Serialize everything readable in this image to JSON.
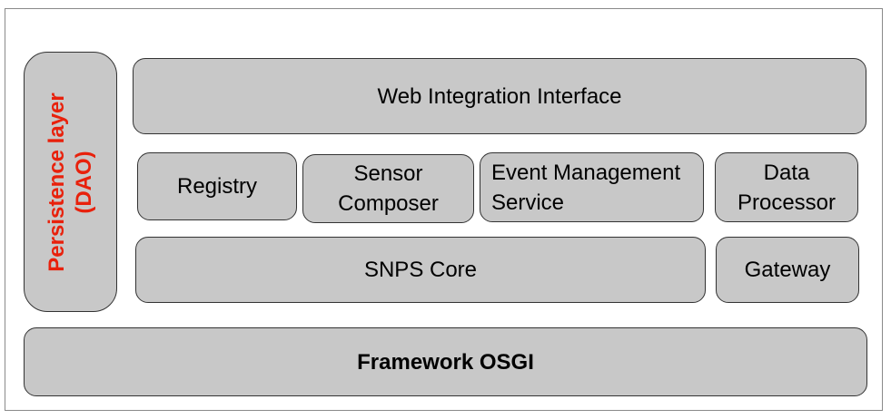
{
  "persistence": {
    "line1": "Persistence layer",
    "line2": "(DAO)"
  },
  "web_integration": "Web Integration Interface",
  "registry": "Registry",
  "sensor_composer": {
    "line1": "Sensor",
    "line2": "Composer"
  },
  "event_management": {
    "line1": "Event Management",
    "line2": "Service"
  },
  "data_processor": {
    "line1": "Data",
    "line2": "Processor"
  },
  "snps_core": "SNPS Core",
  "gateway": "Gateway",
  "framework": "Framework OSGI",
  "colors": {
    "box_fill": "#c8c8c8",
    "box_border": "#333333",
    "persistence_text": "#e8210c"
  }
}
